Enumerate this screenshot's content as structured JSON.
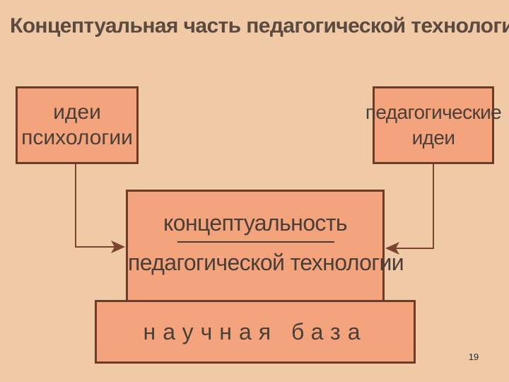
{
  "title": "Концептуальная часть педагогической технологии",
  "boxes": {
    "psychology": {
      "line1": "идеи",
      "line2": "психологии"
    },
    "pedagogical": {
      "line1": "педагогические",
      "line2": "идеи"
    },
    "center": {
      "line1": "концептуальность",
      "line2": "педагогической технологии"
    },
    "base": {
      "label": "научная база"
    }
  },
  "page_number": "19",
  "colors": {
    "background": "#f0c9a6",
    "box_fill": "#f4a47c",
    "box_border": "#6d3c28",
    "text": "#4a3f38"
  }
}
